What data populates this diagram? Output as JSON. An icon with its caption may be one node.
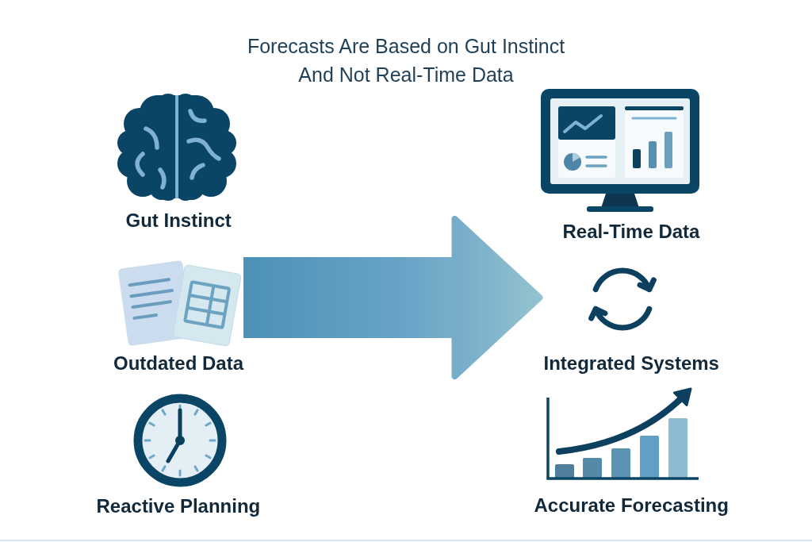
{
  "diagram": {
    "title": "Forecasts Are Based on Gut Instinct And Not Real-Time Data",
    "nodes": [
      {
        "text": [
          "Gut Instinct"
        ]
      },
      {
        "text": [
          "Outdated Data"
        ]
      },
      {
        "text": [
          "Reactive Planning"
        ]
      },
      {
        "text": [
          "Real-Time Data"
        ]
      },
      {
        "text": [
          "Integrated Systems"
        ]
      },
      {
        "text": [
          "Accurate Forecasting"
        ]
      }
    ],
    "edges": [
      {
        "from": 1,
        "to": 4,
        "arrow": "to"
      }
    ]
  }
}
